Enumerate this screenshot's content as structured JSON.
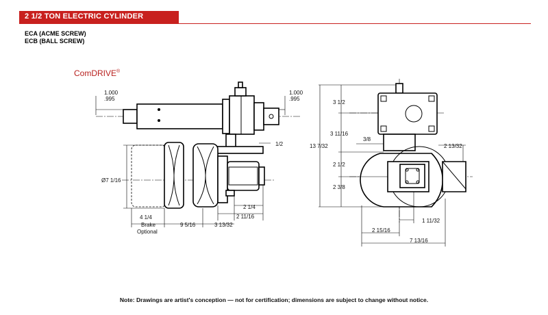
{
  "header": {
    "title": "2 1/2 TON ELECTRIC CYLINDER",
    "accent_color": "#c8201e"
  },
  "models": [
    "ECA (ACME SCREW)",
    "ECB (BALL SCREW)"
  ],
  "brand": {
    "name": "ComDRIVE",
    "mark": "®",
    "color": "#b8201e"
  },
  "side_view": {
    "shaft_dia_left": [
      "1.000",
      ".995"
    ],
    "shaft_dia_right": [
      "1.000",
      ".995"
    ],
    "motor_dia": "Ø7 1/16",
    "dims": {
      "half": "1/2",
      "two_quarter": "2 1/4",
      "two_eleven_sixteenths": "2 11/16",
      "nine_five_sixteenths": "9 5/16",
      "three_thirteen_thirtyseconds": "3 13/32"
    },
    "brake_note": [
      "4 1/4",
      "Brake",
      "Optional"
    ]
  },
  "end_view": {
    "overall_height": "13 7/32",
    "dims_left": [
      "3 1/2",
      "3 11/16",
      "2 1/2",
      "2 3/8"
    ],
    "small": "3/8",
    "right_offset": "2 13/32",
    "one_eleven_thirtyseconds": "1 11/32",
    "two_fifteen_sixteenths": "2 15/16",
    "seven_thirteen_sixteenths": "7 13/16"
  },
  "footer": {
    "note": "Note: Drawings are artist's conception — not for certification; dimensions are subject to change without notice."
  }
}
